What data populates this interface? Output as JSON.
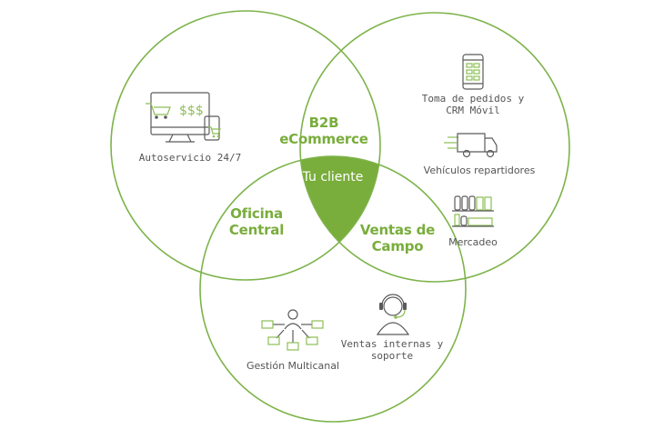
{
  "diagram": {
    "sections": {
      "b2b": "B2B\neCommerce",
      "oficina": "Oficina\nCentral",
      "ventas": "Ventas de\nCampo"
    },
    "center": "Tu cliente",
    "features": {
      "autoservicio": "Autoservicio 24/7",
      "toma_pedidos": "Toma de pedidos y\nCRM Móvil",
      "vehiculos": "Vehículos repartidores",
      "mercadeo": "Mercadeo",
      "gestion": "Gestión Multicanal",
      "ventas_internas": "Ventas internas y\nsoporte"
    },
    "icon_text": {
      "dollars": "$$$"
    },
    "colors": {
      "accent": "#79ad3c",
      "circle_stroke": "#7db34a",
      "center_fill": "#79ad3c",
      "text": "#555555"
    },
    "icons": [
      "computer-cart-icon",
      "mobile-app-icon",
      "delivery-truck-icon",
      "shelf-products-icon",
      "network-hierarchy-icon",
      "headset-agent-icon"
    ]
  }
}
